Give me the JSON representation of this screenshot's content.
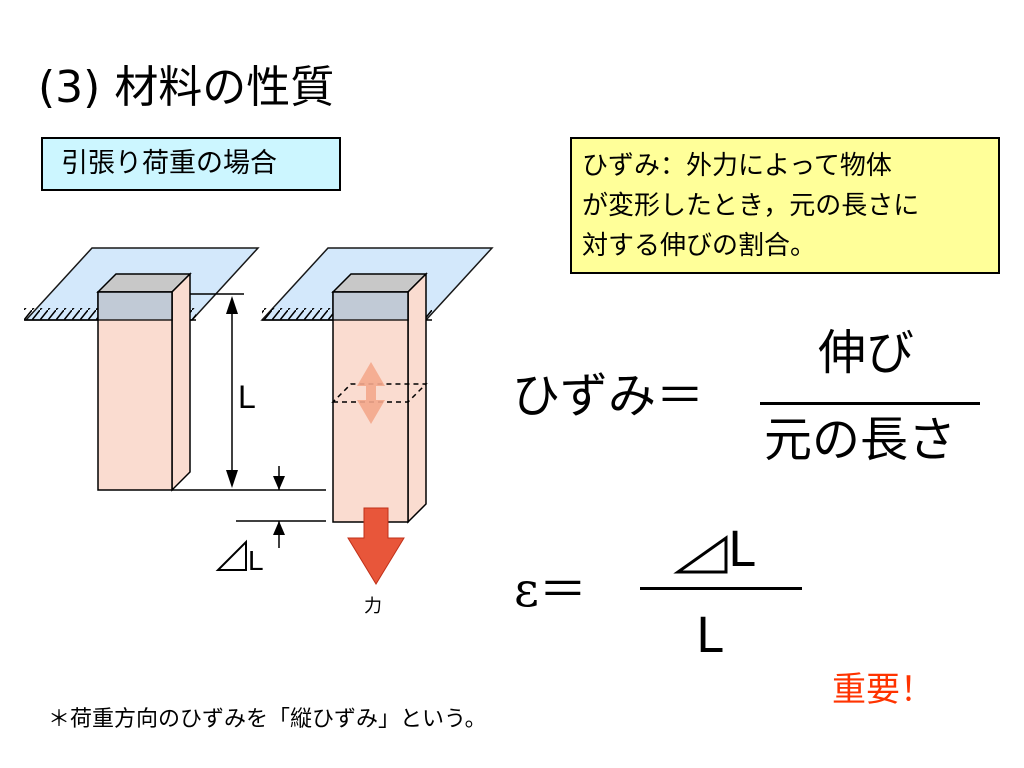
{
  "title": "(3) 材料の性質",
  "case_label": "引張り荷重の場合",
  "definition": {
    "lines": [
      "ひずみ：外力によって物体",
      "が変形したとき，元の長さに",
      "対する伸びの割合。"
    ]
  },
  "diagram": {
    "length_label": "L",
    "delta_label": "L",
    "force_label": "力"
  },
  "equations": {
    "strain_word": "ひずみ＝",
    "numerator": "伸び",
    "denominator": "元の長さ",
    "epsilon_eq": "ε＝",
    "numerator2": "L",
    "denominator2": "L"
  },
  "important": "重要！",
  "footnote": "＊荷重方向のひずみを「縦ひずみ」という。",
  "colors": {
    "plate": "#cfe6fb",
    "bar_front": "#fadcd0",
    "bar_top": "#c8c8c8",
    "force_arrow": "#e8563a",
    "highlight": "#ff3300"
  }
}
